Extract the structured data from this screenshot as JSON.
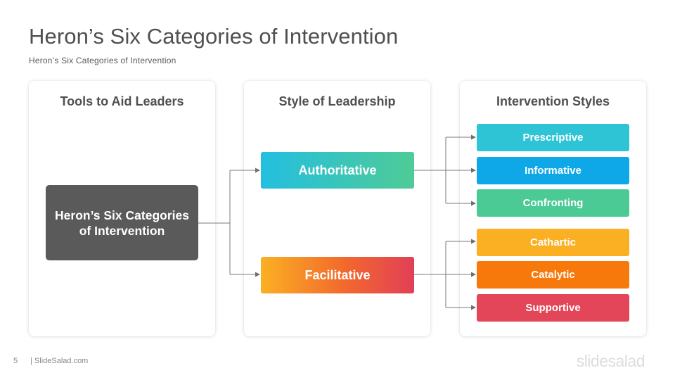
{
  "slide": {
    "title": "Heron’s Six Categories of Intervention",
    "subtitle": "Heron’s Six Categories of Intervention"
  },
  "columns": [
    {
      "heading": "Tools to Aid Leaders"
    },
    {
      "heading": "Style of Leadership"
    },
    {
      "heading": "Intervention Styles"
    }
  ],
  "root": {
    "label": "Heron’s Six Categories of Intervention"
  },
  "leadership_styles": [
    {
      "label": "Authoritative",
      "gradient": [
        "#23bfe0",
        "#4fcb97"
      ]
    },
    {
      "label": "Facilitative",
      "gradient": [
        "#fbb023",
        "#f2682d",
        "#e23f57"
      ]
    }
  ],
  "interventions": [
    {
      "label": "Prescriptive",
      "color": "#2ec4d6",
      "parent": "Authoritative"
    },
    {
      "label": "Informative",
      "color": "#0ea8e8",
      "parent": "Authoritative"
    },
    {
      "label": "Confronting",
      "color": "#4bca96",
      "parent": "Authoritative"
    },
    {
      "label": "Cathartic",
      "color": "#fbb023",
      "parent": "Facilitative"
    },
    {
      "label": "Catalytic",
      "color": "#f7790b",
      "parent": "Facilitative"
    },
    {
      "label": "Supportive",
      "color": "#e34658",
      "parent": "Facilitative"
    }
  ],
  "footer": {
    "page_number": "5",
    "source": "| SlideSalad.com",
    "logo": "slidesalad"
  }
}
